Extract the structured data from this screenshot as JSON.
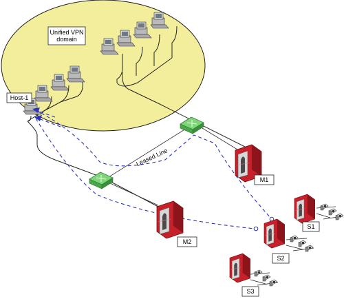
{
  "diagram": {
    "domain_label_line1": "Unified VPN",
    "domain_label_line2": "domain",
    "host_label": "Host-1",
    "leased_line_label": "Leased Line",
    "gateways": {
      "m1": "M1",
      "m2": "M2",
      "s1": "S1",
      "s2": "S2",
      "s3": "S3"
    },
    "colors": {
      "domain_fill": "#f2ee9c",
      "gateway_red": "#c8202a",
      "router_green": "#5fc45a",
      "vpn_path": "#2a35b8"
    }
  }
}
